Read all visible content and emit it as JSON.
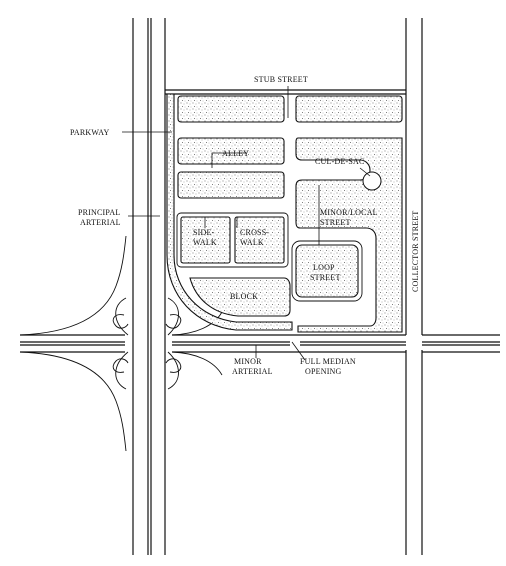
{
  "labels": {
    "stub_street": "STUB STREET",
    "parkway": "PARKWAY",
    "alley": "ALLEY",
    "cul_de_sac": "CUL-DE-SAC",
    "principal_arterial_1": "PRINCIPAL",
    "principal_arterial_2": "ARTERIAL",
    "collector_street": "COLLECTOR STREET",
    "minor_local_1": "MINOR/LOCAL",
    "minor_local_2": "STREET",
    "sidewalk_1": "SIDE-",
    "sidewalk_2": "WALK",
    "crosswalk_1": "CROSS-",
    "crosswalk_2": "WALK",
    "loop_1": "LOOP",
    "loop_2": "STREET",
    "block": "BLOCK",
    "minor_arterial_1": "MINOR",
    "minor_arterial_2": "ARTERIAL",
    "full_median_1": "FULL MEDIAN",
    "full_median_2": "OPENING"
  }
}
